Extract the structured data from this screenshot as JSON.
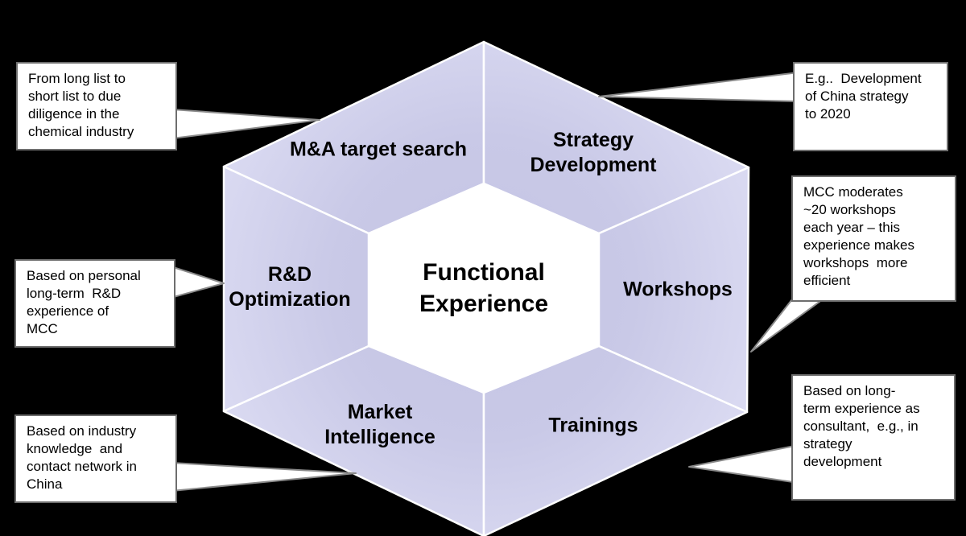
{
  "diagram": {
    "center_label": "Functional\nExperience",
    "segments": [
      {
        "id": "ma-target-search",
        "label": "M&A target search"
      },
      {
        "id": "strategy-development",
        "label": "Strategy\nDevelopment"
      },
      {
        "id": "workshops",
        "label": "Workshops"
      },
      {
        "id": "trainings",
        "label": "Trainings"
      },
      {
        "id": "market-intelligence",
        "label": "Market\nIntelligence"
      },
      {
        "id": "rd-optimization",
        "label": "R&D\nOptimization"
      }
    ],
    "callouts": [
      {
        "id": "ma-target-search-note",
        "text": "From long list to\nshort list to due\ndiligence in the\nchemical industry"
      },
      {
        "id": "strategy-development-note",
        "text": "E.g..  Development\nof China strategy\nto 2020"
      },
      {
        "id": "workshops-note",
        "text": "MCC moderates\n~20 workshops\neach year – this\nexperience makes\nworkshops  more\nefficient"
      },
      {
        "id": "trainings-note",
        "text": "Based on long-\nterm experience as\nconsultant,  e.g., in\nstrategy\ndevelopment"
      },
      {
        "id": "rd-optimization-note",
        "text": "Based on personal\nlong-term  R&D\nexperience of\nMCC"
      },
      {
        "id": "market-intelligence-note",
        "text": "Based on industry\nknowledge  and\ncontact network in\nChina"
      }
    ],
    "colors": {
      "background": "#000000",
      "segment_fill": "#cbcbe8",
      "segment_fill_outer": "#dadaf2",
      "divider": "#ffffff",
      "center_fill": "#ffffff",
      "callout_background": "#ffffff",
      "callout_border": "#6e6e6e",
      "text": "#000000"
    }
  }
}
